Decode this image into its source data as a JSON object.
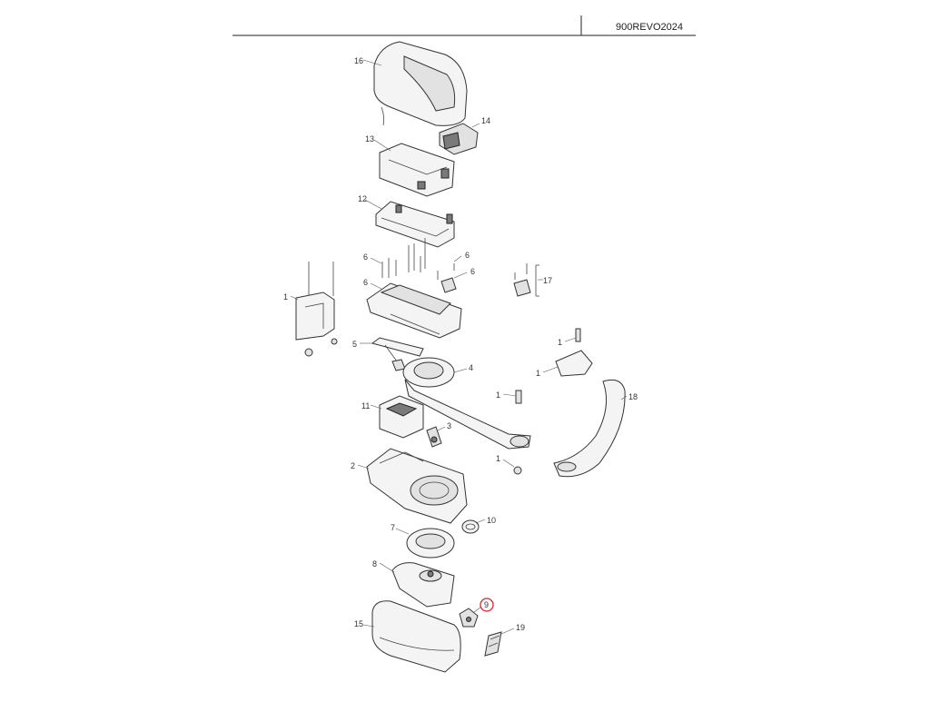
{
  "header": {
    "code": "900REVO2024"
  },
  "callouts": [
    {
      "id": "c16",
      "text": "16"
    },
    {
      "id": "c14",
      "text": "14"
    },
    {
      "id": "c13",
      "text": "13"
    },
    {
      "id": "c12",
      "text": "12"
    },
    {
      "id": "c6a",
      "text": "6"
    },
    {
      "id": "c6b",
      "text": "6"
    },
    {
      "id": "c6c",
      "text": "6"
    },
    {
      "id": "c6d",
      "text": "6"
    },
    {
      "id": "c17",
      "text": "17"
    },
    {
      "id": "c1a",
      "text": "1"
    },
    {
      "id": "c5",
      "text": "5"
    },
    {
      "id": "c4",
      "text": "4"
    },
    {
      "id": "c1b",
      "text": "1"
    },
    {
      "id": "c1c",
      "text": "1"
    },
    {
      "id": "c1d",
      "text": "1"
    },
    {
      "id": "c18",
      "text": "18"
    },
    {
      "id": "c11",
      "text": "11"
    },
    {
      "id": "c3",
      "text": "3"
    },
    {
      "id": "c1e",
      "text": "1"
    },
    {
      "id": "c2",
      "text": "2"
    },
    {
      "id": "c10",
      "text": "10"
    },
    {
      "id": "c7",
      "text": "7"
    },
    {
      "id": "c8",
      "text": "8"
    },
    {
      "id": "c9",
      "text": "9"
    },
    {
      "id": "c15",
      "text": "15"
    },
    {
      "id": "c19",
      "text": "19"
    }
  ],
  "highlight": {
    "part": "9",
    "color": "#e0202a"
  }
}
